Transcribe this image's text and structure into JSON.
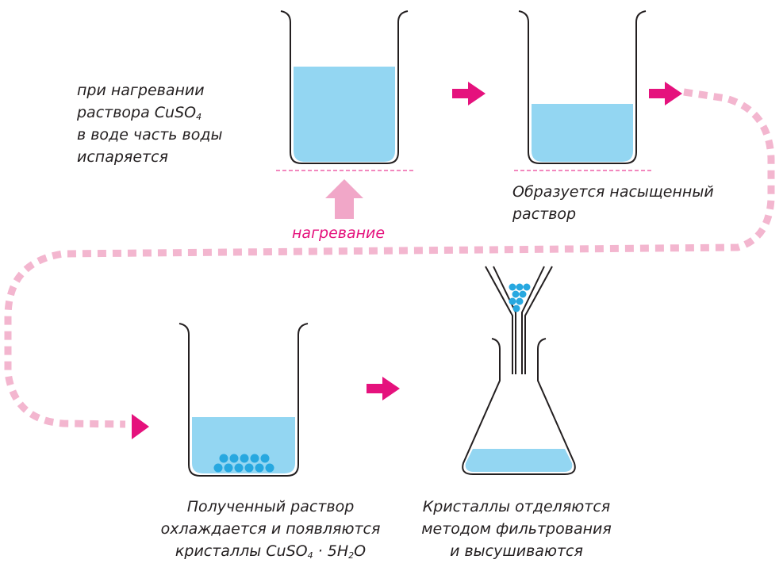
{
  "captions": {
    "heating": [
      "при нагревании",
      "раствора CuSO",
      "в воде часть воды",
      "испаряется"
    ],
    "heating_sub": "4",
    "saturated": [
      "Образуется насыщенный",
      "раствор"
    ],
    "cooled": [
      "Полученный раствор",
      "охлаждается и появляются",
      "кристаллы CuSO"
    ],
    "cooled_sub1": "4",
    "cooled_mid": " · 5H",
    "cooled_sub2": "2",
    "cooled_end": "O",
    "filter": [
      "Кристаллы отделяются",
      "методом фильтрования",
      "и высушиваются"
    ]
  },
  "heat_label": "нагревание",
  "colors": {
    "liquid": "#93d6f2",
    "crystal": "#27a8e0",
    "arrow": "#e5127d",
    "arrow_light": "#f1a7c8",
    "dotted_path": "#f3b6cf",
    "glass": "#231f20",
    "dash": "#e5127d"
  }
}
